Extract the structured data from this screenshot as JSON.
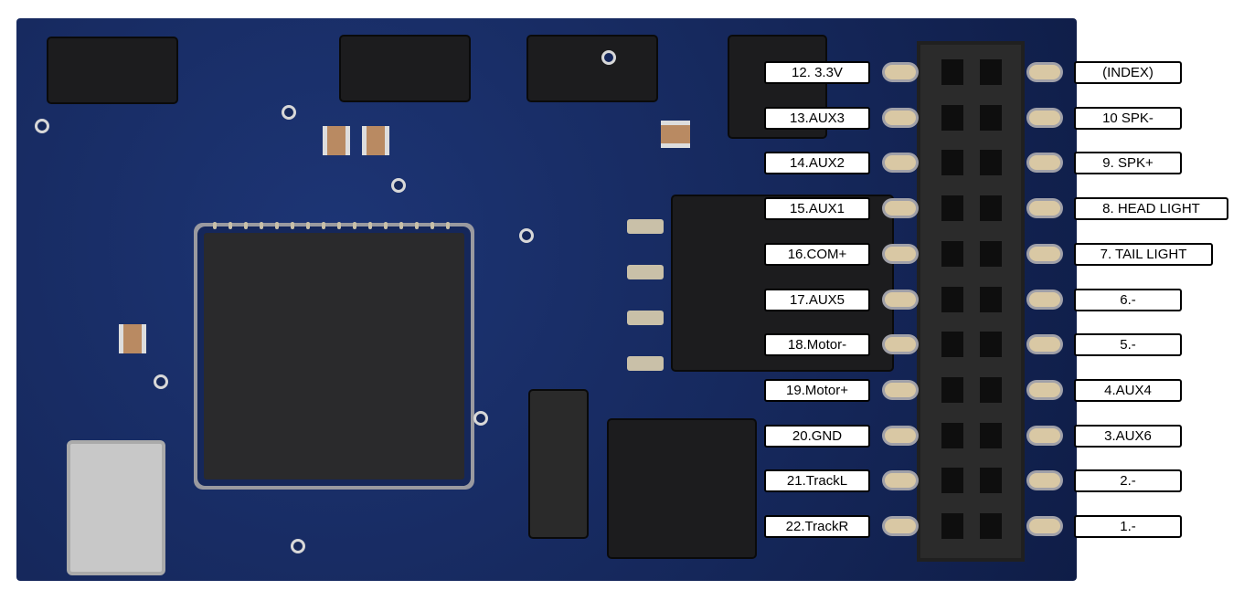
{
  "title": "Decoder 22-pin connector pinout",
  "colors": {
    "board": "#15275a",
    "label_bg": "#ffffff",
    "label_border": "#000000"
  },
  "left_pins": [
    "12. 3.3V",
    "13.AUX3",
    "14.AUX2",
    "15.AUX1",
    "16.COM+",
    "17.AUX5",
    "18.Motor-",
    "19.Motor+",
    "20.GND",
    "21.TrackL",
    "22.TrackR"
  ],
  "right_pins": [
    "(INDEX)",
    "10 SPK-",
    "9. SPK+",
    "8. HEAD LIGHT",
    "7. TAIL LIGHT",
    "6.-",
    "5.-",
    "4.AUX4",
    "3.AUX6",
    "2.-",
    "1.-"
  ]
}
